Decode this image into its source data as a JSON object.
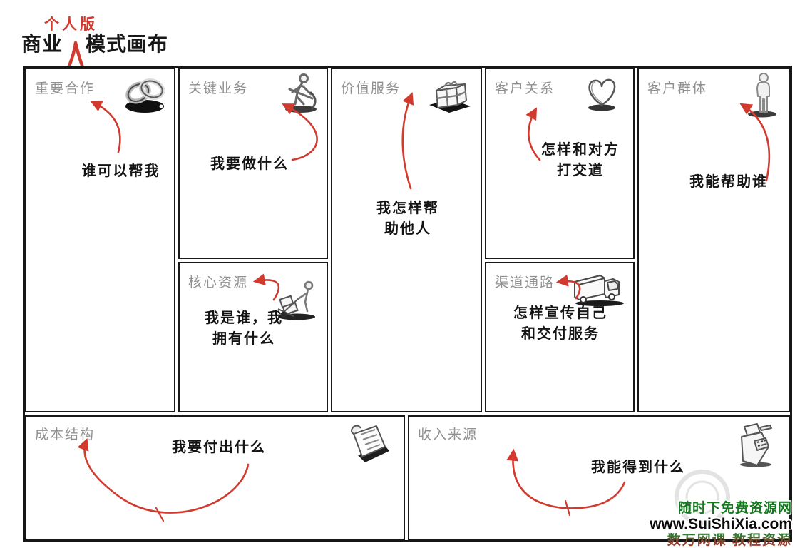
{
  "header": {
    "edition_note": "个人版",
    "title_prefix": "商业",
    "title_suffix": "模式画布",
    "caret_icon": "insert-caret-icon"
  },
  "canvas": {
    "key_partners": {
      "label": "重要合作",
      "question": "谁可以帮我",
      "icon": "chain-links-icon"
    },
    "key_activities": {
      "label": "关键业务",
      "question": "我要做什么",
      "icon": "worker-pickaxe-icon"
    },
    "key_resources": {
      "label": "核心资源",
      "question": "我是谁，我\n拥有什么",
      "icon": "handtruck-icon"
    },
    "value_services": {
      "label": "价值服务",
      "question": "我怎样帮\n助他人",
      "icon": "gift-box-icon"
    },
    "customer_relationships": {
      "label": "客户关系",
      "question": "怎样和对方\n打交道",
      "icon": "heart-icon"
    },
    "channels": {
      "label": "渠道通路",
      "question": "怎样宣传自己\n和交付服务",
      "icon": "delivery-truck-icon"
    },
    "customer_segments": {
      "label": "客户群体",
      "question": "我能帮助谁",
      "icon": "standing-person-icon"
    },
    "cost_structure": {
      "label": "成本结构",
      "question": "我要付出什么",
      "icon": "receipt-icon"
    },
    "revenue_streams": {
      "label": "收入来源",
      "question": "我能得到什么",
      "icon": "cash-register-icon"
    }
  },
  "watermark": {
    "site_name": "随时下免费资源网",
    "site_url": "www.SuiShiXia.com",
    "tagline": "数万网课 教程资源"
  },
  "colors": {
    "arrow_red": "#d23a2e",
    "label_gray": "#8f8f8f",
    "watermark_green": "#157a1f",
    "border_black": "#161616"
  }
}
